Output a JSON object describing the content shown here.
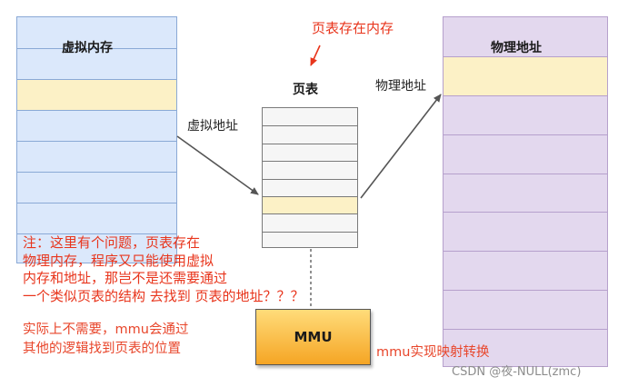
{
  "diagram": {
    "virtual_memory": {
      "title": "虚拟内存",
      "rows": 8,
      "highlight_row": 2
    },
    "page_table": {
      "title": "页表",
      "rows": 8,
      "highlight_row": 5
    },
    "physical_memory": {
      "title": "物理地址",
      "rows": 9,
      "highlight_row": 1
    },
    "mmu_label": "MMU",
    "edge_virtual_address": "虚拟地址",
    "edge_physical_address": "物理地址",
    "note_page_table_in_memory": "页表存在内存",
    "question_lines": [
      "注：这里有个问题，页表存在",
      "物理内存，程序又只能使用虚拟",
      "内存和地址，那岂不是还需要通过",
      "一个类似页表的结构 去找到 页表的地址？？？"
    ],
    "answer_lines": [
      "实际上不需要，mmu会通过",
      "其他的逻辑找到页表的位置"
    ],
    "mmu_note": "mmu实现映射转换",
    "watermark": "CSDN @夜-NULL(zmc)",
    "colors": {
      "virtual_fill": "#dbe8fb",
      "virtual_border": "#8aa9d6",
      "physical_fill": "#e3d8ee",
      "physical_border": "#b6a0cc",
      "table_fill": "#f6f6f6",
      "highlight_fill": "#fcf1c6",
      "annotation_red": "#e8351c"
    }
  }
}
